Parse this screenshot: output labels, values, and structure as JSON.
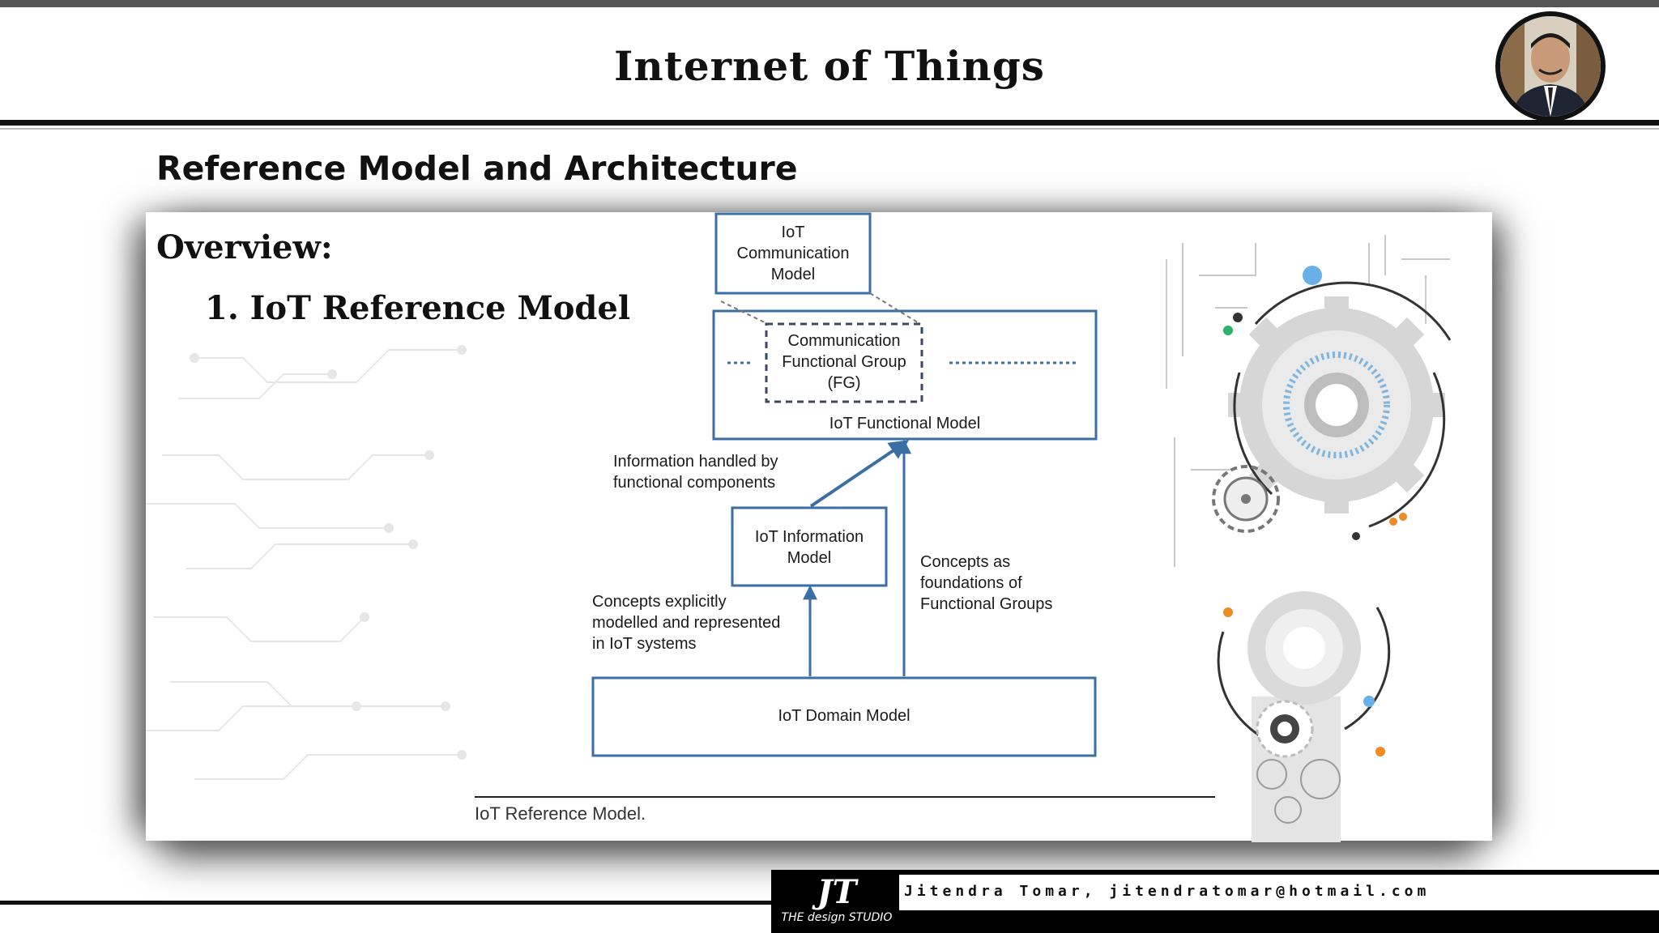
{
  "header": {
    "title": "Internet of Things"
  },
  "slide": {
    "section_title": "Reference Model and Architecture",
    "overview_label": "Overview:",
    "list_item_1": "1. IoT Reference Model",
    "caption": "IoT Reference Model."
  },
  "diagram": {
    "comm_model": [
      "IoT",
      "Communication",
      "Model"
    ],
    "comm_fg": [
      "Communication",
      "Functional Group",
      "(FG)"
    ],
    "functional_model": "IoT Functional Model",
    "info_model": [
      "IoT Information",
      "Model"
    ],
    "domain_model": "IoT Domain Model",
    "label_info_handled": [
      "Information handled by",
      "functional components"
    ],
    "label_concepts_explicit": [
      "Concepts explicitly",
      "modelled and represented",
      "in IoT systems"
    ],
    "label_concepts_foundations": [
      "Concepts as",
      "foundations of",
      "Functional Groups"
    ]
  },
  "footer": {
    "credit": "Jitendra Tomar, jitendratomar@hotmail.com",
    "logo_mark": "JT",
    "logo_sub": "THE design STUDIO"
  },
  "colors": {
    "box_border": "#3b6ea5",
    "arrow": "#3b6ea5",
    "accent_blue": "#6ab0e8",
    "accent_orange": "#f08a24"
  },
  "icons": [
    "presenter-avatar",
    "gears-illustration",
    "circuit-background"
  ]
}
